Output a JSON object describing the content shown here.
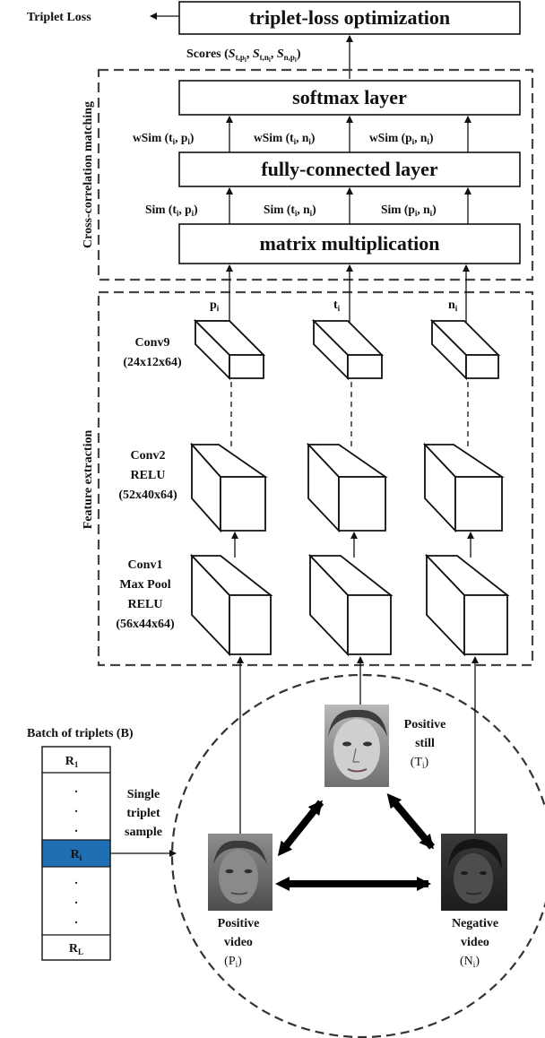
{
  "top": {
    "loss_label": "Triplet Loss",
    "optimization_label": "triplet-loss optimization",
    "scores_label": "Scores (",
    "scores_s1": "S",
    "scores_s1_sub": "t,p",
    "scores_s1_subi": "i",
    "scores_sep1": ", ",
    "scores_s2": "S",
    "scores_s2_sub": "t,n",
    "scores_s2_subi": "i",
    "scores_sep2": ", ",
    "scores_s3": "S",
    "scores_s3_sub": "n,p",
    "scores_s3_subi": "i",
    "scores_close": ")"
  },
  "matching": {
    "section_label": "Cross-correlation matching",
    "softmax_label": "softmax layer",
    "fc_label": "fully-connected layer",
    "matmul_label": "matrix multiplication",
    "wsim": [
      {
        "pre": "wSim (t",
        "a": "i",
        "mid": ", p",
        "b": "i",
        "post": ")"
      },
      {
        "pre": "wSim (t",
        "a": "i",
        "mid": ", n",
        "b": "i",
        "post": ")"
      },
      {
        "pre": "wSim (p",
        "a": "i",
        "mid": ", n",
        "b": "i",
        "post": ")"
      }
    ],
    "sim": [
      {
        "pre": "Sim (t",
        "a": "i",
        "mid": ", p",
        "b": "i",
        "post": ")"
      },
      {
        "pre": "Sim (t",
        "a": "i",
        "mid": ", n",
        "b": "i",
        "post": ")"
      },
      {
        "pre": "Sim (p",
        "a": "i",
        "mid": ", n",
        "b": "i",
        "post": ")"
      }
    ]
  },
  "extraction": {
    "section_label": "Feature extraction",
    "branch_labels": [
      {
        "base": "p",
        "sub": "i"
      },
      {
        "base": "t",
        "sub": "i"
      },
      {
        "base": "n",
        "sub": "i"
      }
    ],
    "conv9": [
      "Conv9",
      "(24x12x64)"
    ],
    "conv2": [
      "Conv2",
      "RELU",
      "(52x40x64)"
    ],
    "conv1": [
      "Conv1",
      "Max Pool",
      "RELU",
      "(56x44x64)"
    ]
  },
  "batch": {
    "title": "Batch of triplets (B)",
    "first": {
      "base": "R",
      "sub": "1"
    },
    "mid": {
      "base": "R",
      "sub": "i"
    },
    "last": {
      "base": "R",
      "sub": "L"
    },
    "dots": ".",
    "sample_label": [
      "Single",
      "triplet",
      "sample"
    ],
    "highlight_color": "#1f6fb5"
  },
  "inputs": {
    "positive_still": [
      "Positive",
      "still",
      "(T",
      "i",
      ")"
    ],
    "positive_video": [
      "Positive",
      "video",
      "(P",
      "i",
      ")"
    ],
    "negative_video": [
      "Negative",
      "video",
      "(N",
      "i",
      ")"
    ]
  }
}
